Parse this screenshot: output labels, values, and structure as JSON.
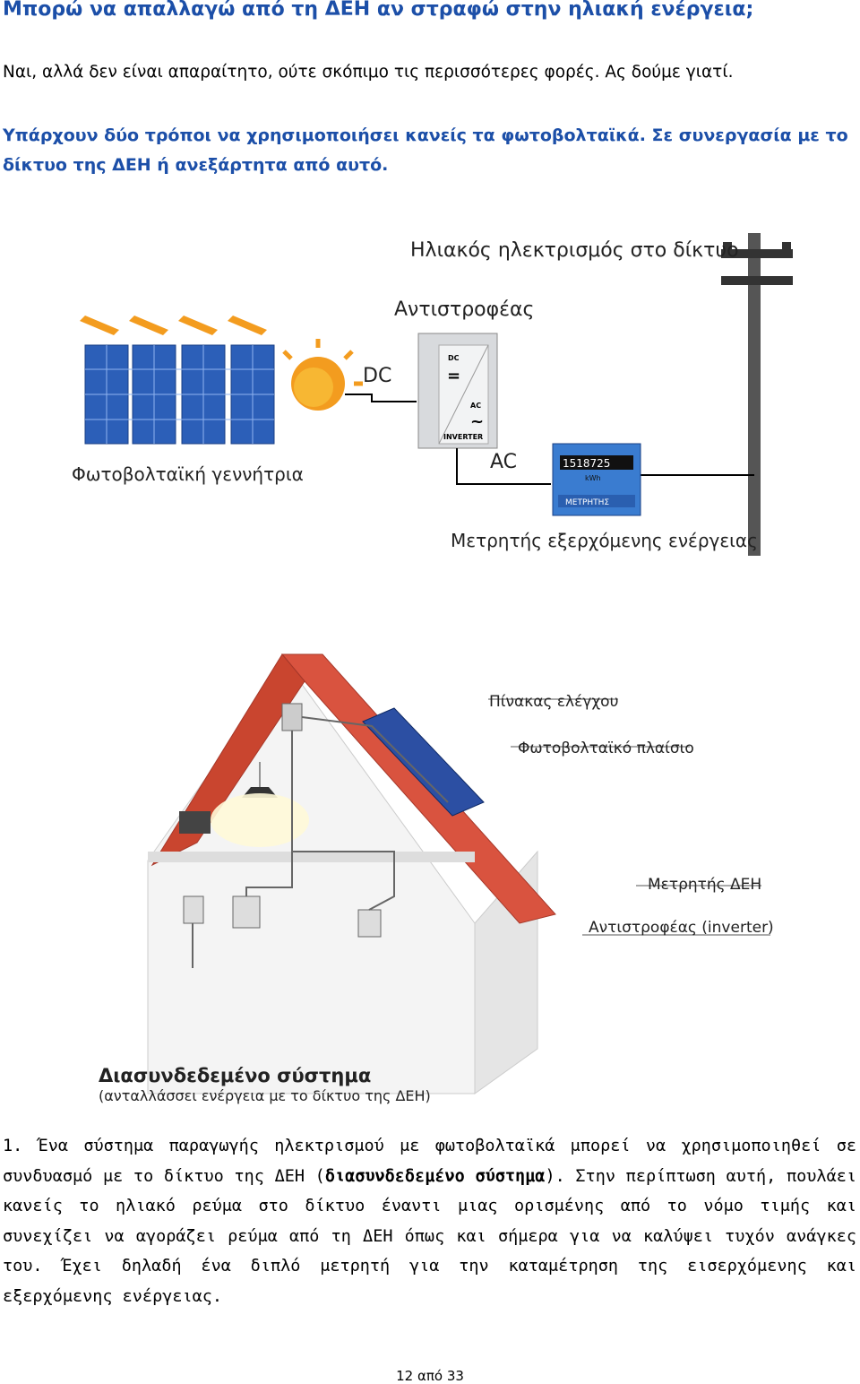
{
  "title": "Μπορώ να απαλλαγώ από τη ΔΕΗ αν στραφώ στην ηλιακή ενέργεια;",
  "intro": "Ναι, αλλά δεν είναι απαραίτητο, ούτε σκόπιμο τις περισσότερες φορές. Ας δούμε γιατί.",
  "ways_text_blue": "Υπάρχουν δύο τρόποι να χρησιμοποιήσει κανείς τα φωτοβολταϊκά. Σε συνεργασία με το δίκτυο της ΔΕΗ ή ανεξάρτητα από αυτό.",
  "diagram1": {
    "grid_label": "Ηλιακός ηλεκτρισμός στο δίκτυο",
    "inverter_label": "Αντιστροφέας",
    "dc_label": "DC",
    "ac_label": "AC",
    "generator_label": "Φωτοβολταϊκή γεννήτρια",
    "meter_label": "Μετρητής εξερχόμενης ενέργειας",
    "inverter_dc": "DC",
    "inverter_eq": "=",
    "inverter_ac": "AC",
    "inverter_tilde": "~",
    "inverter_name": "INVERTER",
    "meter_digits": "1518725",
    "meter_unit": "kWh",
    "meter_name": "ΜΕΤΡΗΤΗΣ"
  },
  "diagram2": {
    "control_panel": "Πίνακας ελέγχου",
    "pv_panel": "Φωτοβολταϊκό πλαίσιο",
    "dei_meter": "Μετρητής ΔΕΗ",
    "inverter": "Αντιστροφέας (inverter)",
    "system_title": "Διασυνδεδεμένο σύστημα",
    "system_subtitle": "(ανταλλάσσει ενέργεια με το δίκτυο της ΔΕΗ)"
  },
  "body": {
    "part1": "1. Ένα σύστημα παραγωγής ηλεκτρισμού με φωτοβολταϊκά μπορεί να χρησιμοποιηθεί σε συνδυασμό με το δίκτυο της ΔΕΗ (",
    "bold": "διασυνδεδεμένο σύστημα",
    "part2": "). Στην περίπτωση αυτή, πουλάει κανείς το ηλιακό ρεύμα στο δίκτυο έναντι μιας ορισμένης από το νόμο τιμής και συνεχίζει να αγοράζει ρεύμα από τη ΔΕΗ όπως και σήμερα για να καλύψει τυχόν ανάγκες του. Έχει δηλαδή ένα διπλό μετρητή για την καταμέτρηση της εισερχόμενης και εξερχόμενης ενέργειας."
  },
  "footer": "12 από 33",
  "colors": {
    "title_blue": "#1c4fa8",
    "panel_blue": "#2c4fa3",
    "roof_red": "#d9533f",
    "sun_orange": "#f39c1f"
  }
}
